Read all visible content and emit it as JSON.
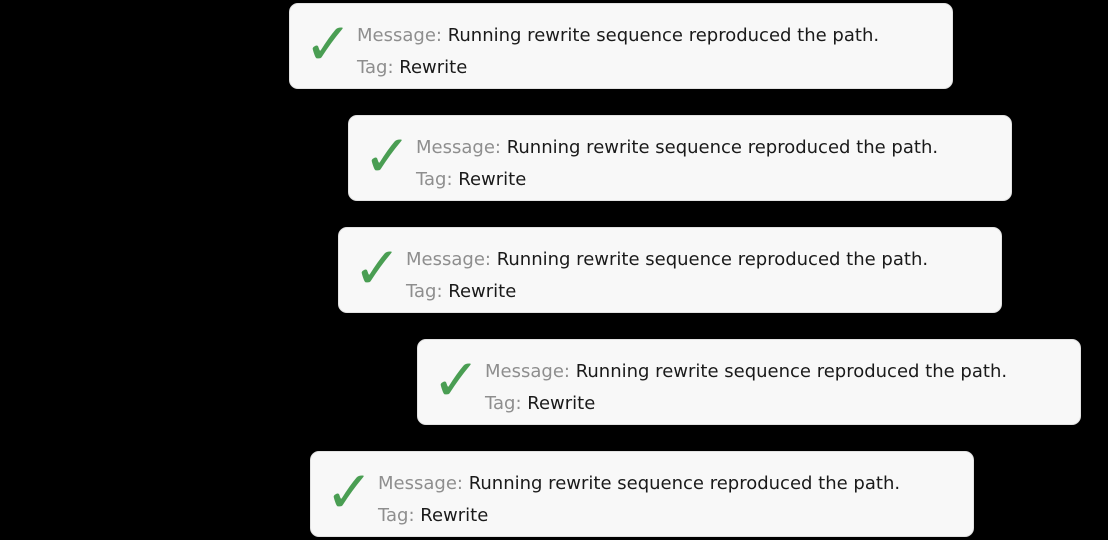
{
  "page": {
    "background_color": "#000000"
  },
  "toast": {
    "check_icon_glyph": "✓",
    "check_color": "#4a9e53",
    "card_fill": "#f8f8f8",
    "card_border": "#e2e2e2",
    "label_color": "#8e8e8e",
    "value_color": "#1a1a1a"
  },
  "cards": [
    {
      "message_label": "Message:",
      "message": "Running rewrite sequence reproduced the path.",
      "tag_label": "Tag:",
      "tag": "Rewrite"
    },
    {
      "message_label": "Message:",
      "message": "Running rewrite sequence reproduced the path.",
      "tag_label": "Tag:",
      "tag": "Rewrite"
    },
    {
      "message_label": "Message:",
      "message": "Running rewrite sequence reproduced the path.",
      "tag_label": "Tag:",
      "tag": "Rewrite"
    },
    {
      "message_label": "Message:",
      "message": "Running rewrite sequence reproduced the path.",
      "tag_label": "Tag:",
      "tag": "Rewrite"
    },
    {
      "message_label": "Message:",
      "message": "Running rewrite sequence reproduced the path.",
      "tag_label": "Tag:",
      "tag": "Rewrite"
    }
  ]
}
